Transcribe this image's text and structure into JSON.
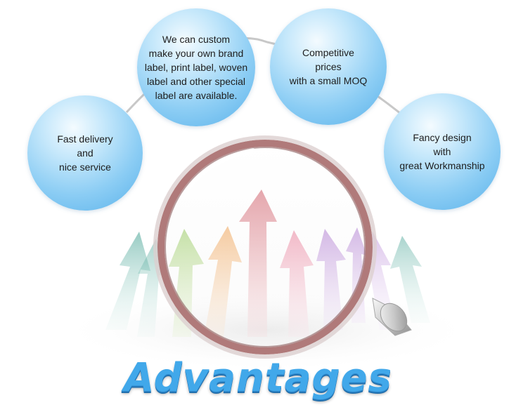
{
  "title": "Advantages",
  "bubbles": [
    {
      "text": "Fast delivery\n   and\n  nice service"
    },
    {
      "text": "We can custom\n make your own brand\nlabel, print label, woven\n label and other special\nlabel are available."
    },
    {
      "text": "Competitive\nprices\nwith a small MOQ"
    },
    {
      "text": "Fancy design\nwith\ngreat Workmanship"
    }
  ],
  "colors": {
    "bubble": "#8ccdf4",
    "title": "#41a8ea",
    "arc": "#c8c8c8",
    "magnifier_rim": "#b07a7a"
  },
  "icons": [
    "magnifying-glass-icon",
    "arrow-icon"
  ]
}
